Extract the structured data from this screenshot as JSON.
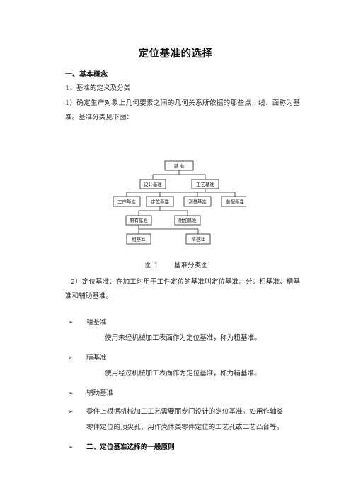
{
  "doc": {
    "title": "定位基准的选择",
    "section1": "一、基本概念",
    "sub1": "1、基准的定义及分类",
    "p1": "1）确定生产对象上几何要素之间的几何关系所依据的那些点、线、面称为基准。基准分类见下图：",
    "caption_num": "图 1",
    "caption_text": "基准分类图",
    "p2": "2）定位基准：在加工时用于工件定位的基准叫定位基准。分：粗基准、精基准和辅助基准。",
    "bullets": [
      {
        "label": "粗基准",
        "desc": "使用未经机械加工表面作为定位基准，称为粗基准。"
      },
      {
        "label": "精基准",
        "desc": "使用经过机械加工表面作为定位基准，称为精基准。"
      },
      {
        "label": "辅助基准",
        "desc": ""
      }
    ],
    "p3_line1": "零件上根据机械加工工艺需要而专门设计的定位基准。如用作轴类",
    "p3_line2": "零件定位的顶尖孔，用作壳体类零件定位的工艺孔或工艺凸台等。",
    "section2": "二、定位基准选择的一般原则",
    "arrow_glyph": "➢"
  },
  "diagram": {
    "root": "基  准",
    "level2": [
      "设计基准",
      "工艺基准"
    ],
    "level3": [
      "工序基准",
      "定位基准",
      "测量基准",
      "装配基准"
    ],
    "level4": [
      "原有基准",
      "附加基准"
    ],
    "level5": [
      "粗基准",
      "精基准"
    ]
  }
}
